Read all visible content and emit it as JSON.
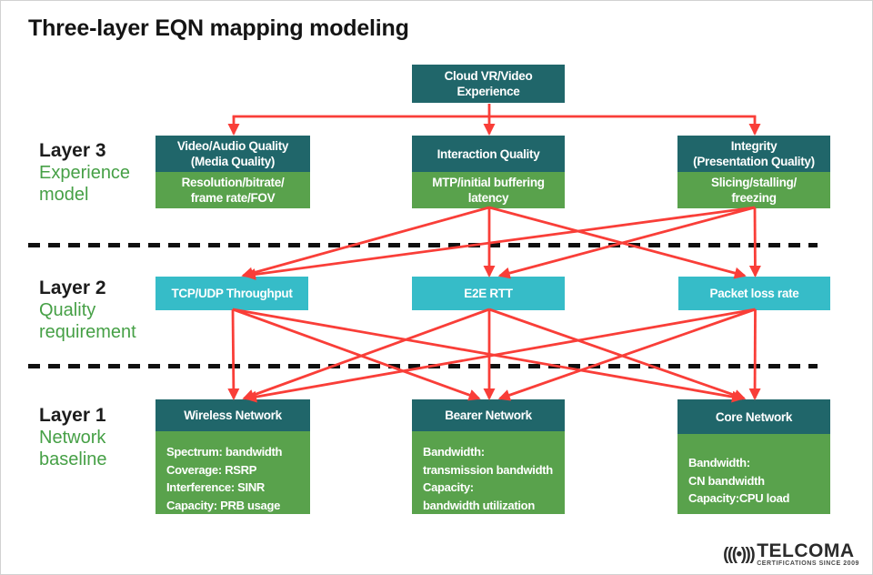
{
  "title": "Three-layer EQN mapping modeling",
  "colors": {
    "teal_box": "#20666a",
    "green_box": "#59a24c",
    "cyan_box": "#36bcc8",
    "arrow_red": "#f93e38",
    "label_green": "#46a046",
    "text_dark": "#141414"
  },
  "layers": [
    {
      "label": "Layer 3",
      "sublabel": "Experience\nmodel"
    },
    {
      "label": "Layer 2",
      "sublabel": "Quality\nrequirement"
    },
    {
      "label": "Layer 1",
      "sublabel": "Network\nbaseline"
    }
  ],
  "nodes": {
    "cloud": {
      "title": "Cloud VR/Video\nExperience"
    },
    "media_quality": {
      "header": "Video/Audio Quality\n(Media Quality)",
      "body": "Resolution/bitrate/\nframe rate/FOV"
    },
    "interaction_quality": {
      "header": "Interaction Quality",
      "body": "MTP/initial buffering\nlatency"
    },
    "integrity": {
      "header": "Integrity\n(Presentation Quality)",
      "body": "Slicing/stalling/\nfreezing"
    },
    "tcp_udp": {
      "label": "TCP/UDP Throughput"
    },
    "e2e_rtt": {
      "label": "E2E RTT"
    },
    "packet_loss": {
      "label": "Packet loss rate"
    },
    "wireless": {
      "header": "Wireless Network",
      "body": "Spectrum: bandwidth\nCoverage: RSRP\nInterference: SINR\nCapacity: PRB usage"
    },
    "bearer": {
      "header": "Bearer Network",
      "body": "Bandwidth:\ntransmission bandwidth\nCapacity:\nbandwidth utilization"
    },
    "core": {
      "header": "Core Network",
      "body": "Bandwidth:\nCN bandwidth\nCapacity:CPU load"
    }
  },
  "connections": [
    {
      "type": "elbow",
      "from": "cloud-experience-box",
      "to": [
        "media-quality-box",
        "interaction-quality-box",
        "integrity-box"
      ]
    },
    {
      "type": "line",
      "from": "interaction-quality-box",
      "to": "tcp-udp-throughput-box"
    },
    {
      "type": "line",
      "from": "interaction-quality-box",
      "to": "e2e-rtt-box"
    },
    {
      "type": "line",
      "from": "interaction-quality-box",
      "to": "packet-loss-rate-box"
    },
    {
      "type": "line",
      "from": "integrity-box",
      "to": "tcp-udp-throughput-box"
    },
    {
      "type": "line",
      "from": "integrity-box",
      "to": "e2e-rtt-box"
    },
    {
      "type": "line",
      "from": "integrity-box",
      "to": "packet-loss-rate-box"
    },
    {
      "type": "line",
      "from": "tcp-udp-throughput-box",
      "to": "wireless-network-box"
    },
    {
      "type": "line",
      "from": "tcp-udp-throughput-box",
      "to": "bearer-network-box"
    },
    {
      "type": "line",
      "from": "tcp-udp-throughput-box",
      "to": "core-network-box"
    },
    {
      "type": "line",
      "from": "e2e-rtt-box",
      "to": "wireless-network-box"
    },
    {
      "type": "line",
      "from": "e2e-rtt-box",
      "to": "bearer-network-box"
    },
    {
      "type": "line",
      "from": "e2e-rtt-box",
      "to": "core-network-box"
    },
    {
      "type": "line",
      "from": "packet-loss-rate-box",
      "to": "wireless-network-box"
    },
    {
      "type": "line",
      "from": "packet-loss-rate-box",
      "to": "bearer-network-box"
    },
    {
      "type": "line",
      "from": "packet-loss-rate-box",
      "to": "core-network-box"
    }
  ],
  "logo": {
    "icon_glyph": "(((•)))",
    "name": "TELCOMA",
    "tagline": "CERTIFICATIONS SINCE 2009"
  }
}
